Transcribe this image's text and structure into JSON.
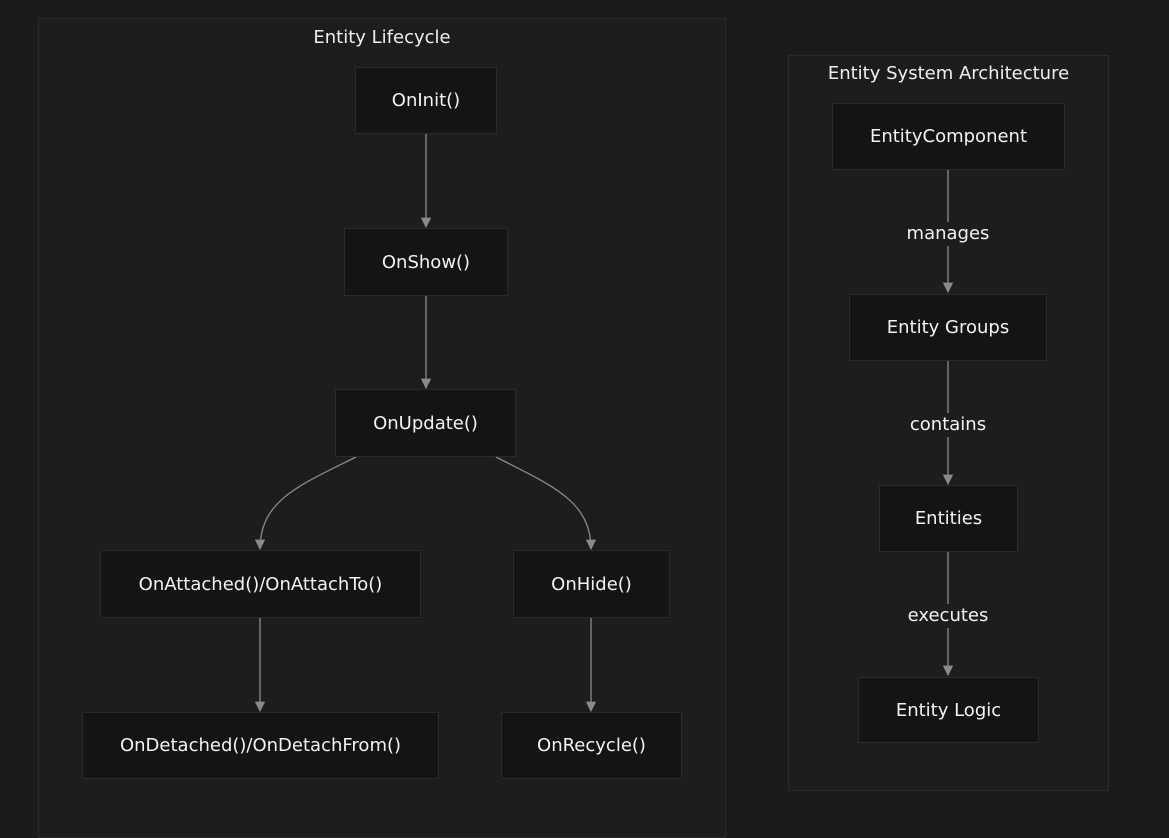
{
  "lifecycle": {
    "title": "Entity Lifecycle",
    "nodes": {
      "on_init": "OnInit()",
      "on_show": "OnShow()",
      "on_update": "OnUpdate()",
      "on_attached": "OnAttached()/OnAttachTo()",
      "on_hide": "OnHide()",
      "on_detached": "OnDetached()/OnDetachFrom()",
      "on_recycle": "OnRecycle()"
    }
  },
  "architecture": {
    "title": "Entity System Architecture",
    "nodes": {
      "entity_component": "EntityComponent",
      "entity_groups": "Entity Groups",
      "entities": "Entities",
      "entity_logic": "Entity Logic"
    },
    "edges": {
      "manages": "manages",
      "contains": "contains",
      "executes": "executes"
    }
  },
  "colors": {
    "background": "#1b1b1b",
    "panel_border": "#2b2b2b",
    "node_fill": "#141414",
    "edge": "#8a8a8a",
    "text": "#f3f3f3"
  }
}
